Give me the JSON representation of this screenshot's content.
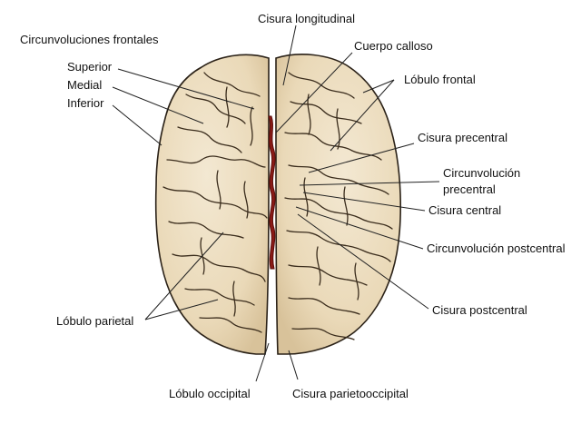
{
  "labels": {
    "circunvoluciones_frontales": "Circunvoluciones frontales",
    "superior": "Superior",
    "medial": "Medial",
    "inferior": "Inferior",
    "cisura_longitudinal": "Cisura longitudinal",
    "cuerpo_calloso": "Cuerpo calloso",
    "lobulo_frontal": "Lóbulo frontal",
    "cisura_precentral": "Cisura precentral",
    "circunvolucion_precentral": "Circunvolución precentral",
    "cisura_central": "Cisura central",
    "circunvolucion_postcentral": "Circunvolución postcentral",
    "cisura_postcentral": "Cisura postcentral",
    "lobulo_parietal": "Lóbulo parietal",
    "lobulo_occipital": "Lóbulo occipital",
    "cisura_parietooccipital": "Cisura parietooccipital"
  },
  "colors": {
    "brain_fill": "#eee0c4",
    "brain_shadow": "#d9c6a0",
    "outline": "#2b2218",
    "corpus_callosum": "#8a1a16",
    "leader": "#222222"
  }
}
